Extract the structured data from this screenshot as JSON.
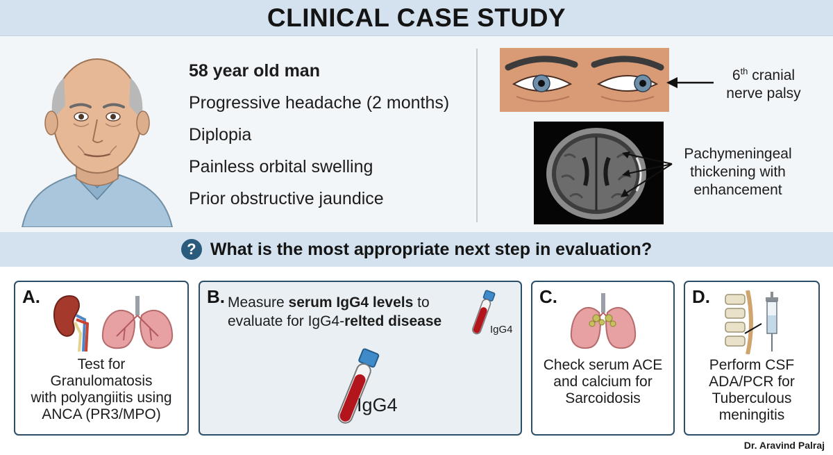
{
  "title": "CLINICAL CASE STUDY",
  "history": {
    "headline": "58 year old man",
    "items": [
      "Progressive headache (2 months)",
      "Diplopia",
      "Painless orbital swelling",
      "Prior obstructive jaundice"
    ]
  },
  "findings": {
    "eye_note_prefix": "6",
    "eye_note_sup": "th",
    "eye_note_rest": " cranial",
    "eye_note_line2": "nerve palsy",
    "mri_note_line1": "Pachymeningeal",
    "mri_note_line2": "thickening with",
    "mri_note_line3": "enhancement"
  },
  "question": {
    "icon": "?",
    "text": "What is the most appropriate next step in evaluation?"
  },
  "options": {
    "a": {
      "letter": "A.",
      "line1": "Test for",
      "line2": "Granulomatosis",
      "line3": "with polyangiitis using",
      "line4": "ANCA (PR3/MPO)"
    },
    "b": {
      "letter": "B.",
      "t1": "Measure ",
      "t2": "serum IgG4 levels",
      "t3": " to",
      "t4": "evaluate for IgG4-",
      "t5": "relted disease",
      "small_tube_label": "IgG4",
      "big_tube_label": "IgG4"
    },
    "c": {
      "letter": "C.",
      "line1": "Check serum ACE",
      "line2": "and calcium for",
      "line3": "Sarcoidosis"
    },
    "d": {
      "letter": "D.",
      "line1": "Perform CSF",
      "line2": "ADA/PCR for",
      "line3": "Tuberculous",
      "line4": "meningitis"
    }
  },
  "credit": "Dr. Aravind Palraj",
  "colors": {
    "band": "#d3e2ee",
    "panel": "#f3f6f9",
    "card_border": "#2c4f69",
    "question_icon": "#2a5b7c",
    "blood": "#b3151c",
    "cap": "#3f8ac8"
  },
  "icons": [
    "question-icon",
    "kidney-icon",
    "lungs-icon",
    "blood-tube-icon",
    "sarcoid-lungs-icon",
    "spine-icon",
    "syringe-icon",
    "eyes-illustration",
    "mri-brain-image",
    "patient-portrait"
  ]
}
